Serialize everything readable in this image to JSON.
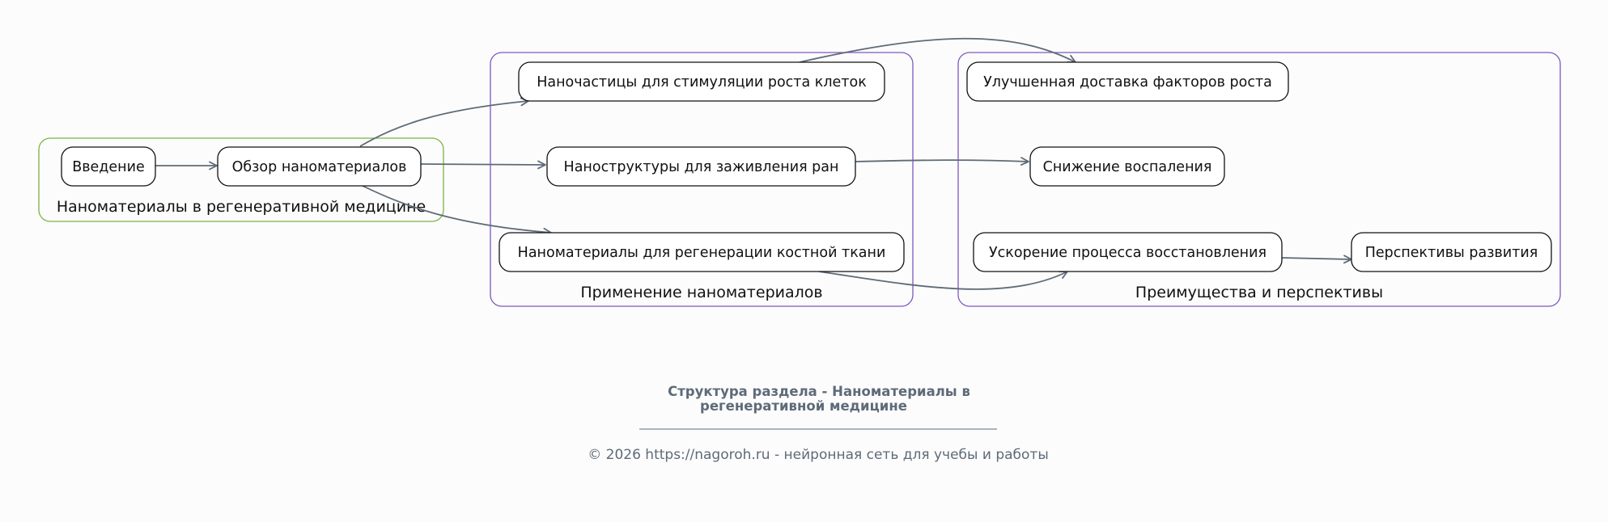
{
  "diagram": {
    "clusters": {
      "intro": {
        "label": "Наноматериалы в регенеративной медицине",
        "color": "#7cb342"
      },
      "apps": {
        "label": "Применение наноматериалов",
        "color": "#7e57c2"
      },
      "benefits": {
        "label": "Преимущества и перспективы",
        "color": "#7e57c2"
      }
    },
    "nodes": {
      "vvedenie": "Введение",
      "obzor": "Обзор наноматериалов",
      "nanochasticy": "Наночастицы для стимуляции роста клеток",
      "nanostruktury": "Наноструктуры для заживления ран",
      "kostnaya": "Наноматериалы для регенерации костной ткани",
      "dostavka": "Улучшенная доставка факторов роста",
      "vospalenie": "Снижение воспаления",
      "uskorenie": "Ускорение процесса восстановления",
      "perspektivy": "Перспективы развития"
    },
    "edges": [
      {
        "from": "vvedenie",
        "to": "obzor"
      },
      {
        "from": "obzor",
        "to": "nanochasticy"
      },
      {
        "from": "obzor",
        "to": "nanostruktury"
      },
      {
        "from": "obzor",
        "to": "kostnaya"
      },
      {
        "from": "nanochasticy",
        "to": "dostavka"
      },
      {
        "from": "nanostruktury",
        "to": "vospalenie"
      },
      {
        "from": "kostnaya",
        "to": "uskorenie"
      },
      {
        "from": "uskorenie",
        "to": "perspektivy"
      }
    ],
    "edge_color": "#5d6b78"
  },
  "caption": {
    "title_line1": "Структура раздела - Наноматериалы в",
    "title_line2": "регенеративной медицине",
    "footer": "© 2026 https://nagoroh.ru - нейронная сеть для учебы и работы"
  }
}
